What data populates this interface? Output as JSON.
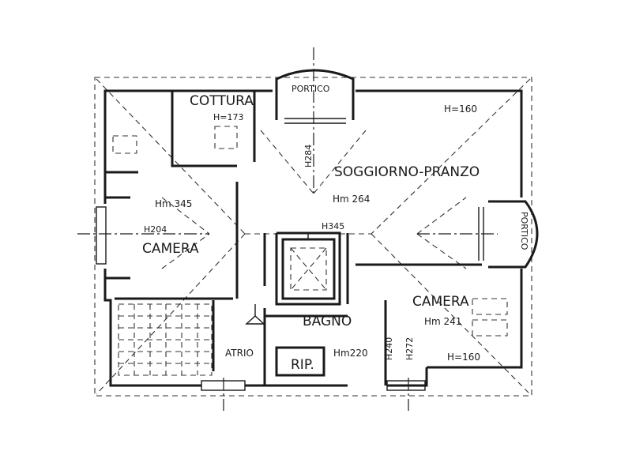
{
  "rooms": {
    "portico_top": "PORTICO",
    "cottura": "COTTURA",
    "cottura_h": "H=173",
    "soggiorno": "SOGGIORNO-PRANZO",
    "soggiorno_hm": "Hm 264",
    "soggiorno_h": "H=160",
    "h284": "H284",
    "h345": "H345",
    "camera_left": "CAMERA",
    "camera_left_hm": "Hm 345",
    "camera_left_h": "H204",
    "portico_right": "PORTICO",
    "camera_right": "CAMERA",
    "camera_right_hm": "Hm 241",
    "camera_right_h": "H=160",
    "bagno": "BAGNO",
    "atrio": "ATRIO",
    "rip": "RIP.",
    "hm220": "Hm220",
    "h240": "H240",
    "h272": "H272"
  }
}
